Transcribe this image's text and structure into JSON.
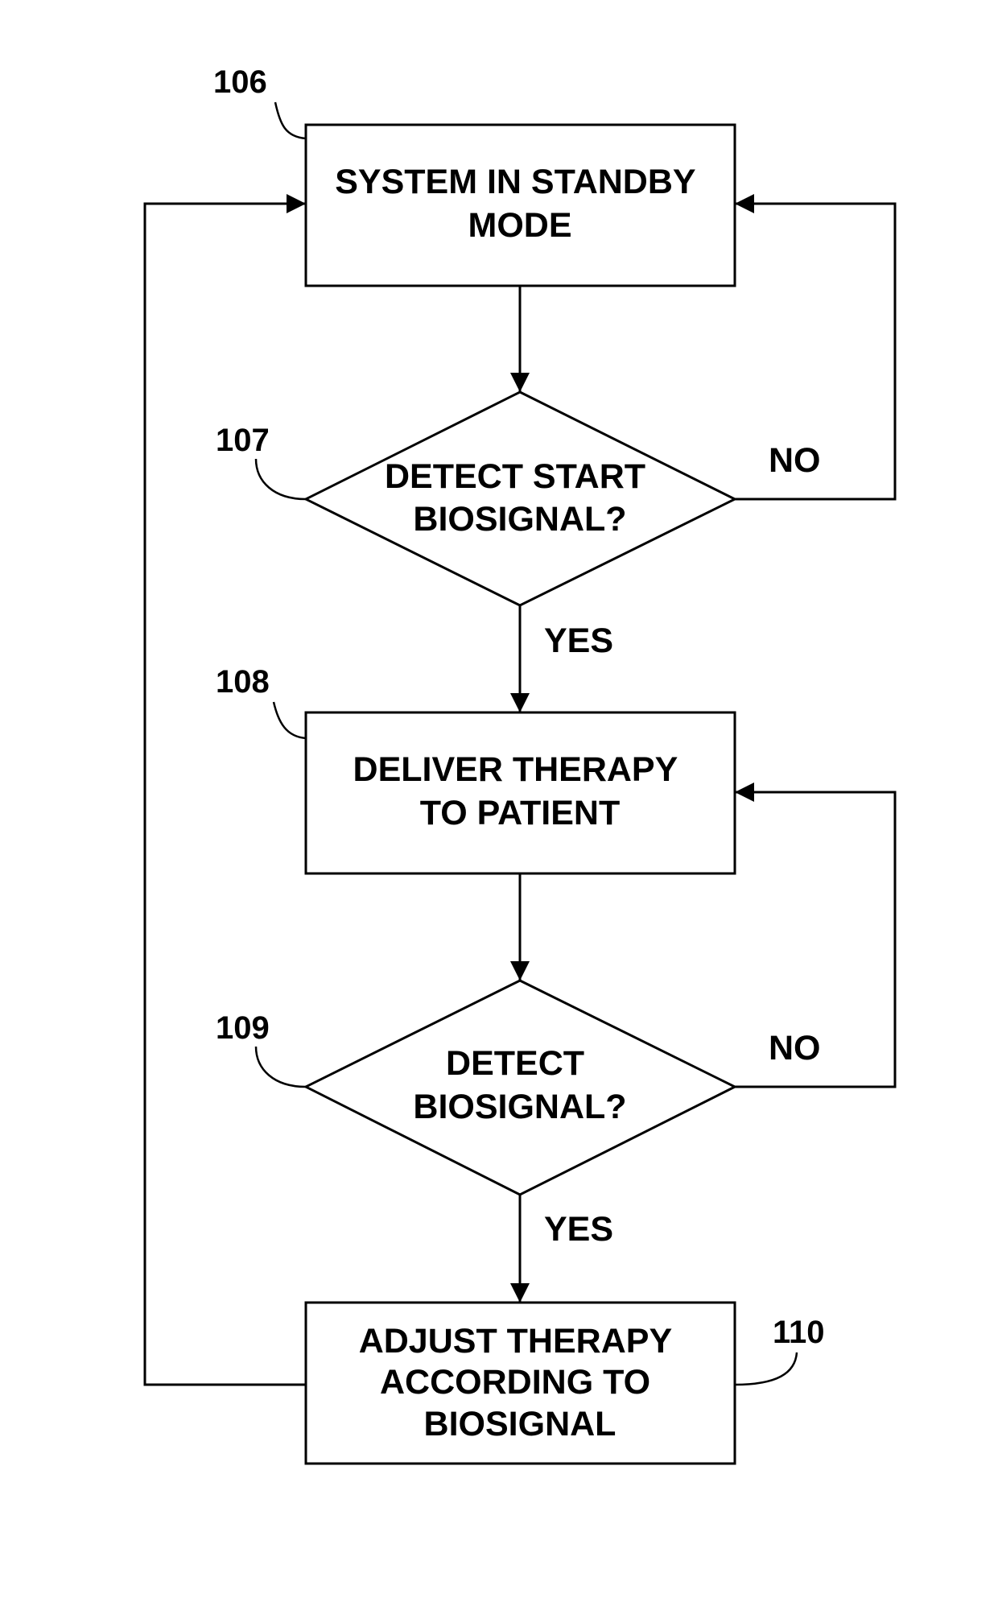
{
  "colors": {
    "stroke": "#000000",
    "background": "#ffffff"
  },
  "nodes": {
    "standby": {
      "ref": "106",
      "lines": [
        "SYSTEM IN STANDBY",
        "MODE"
      ]
    },
    "detect_start": {
      "ref": "107",
      "lines": [
        "DETECT START",
        "BIOSIGNAL?"
      ]
    },
    "deliver": {
      "ref": "108",
      "lines": [
        "DELIVER THERAPY",
        "TO PATIENT"
      ]
    },
    "detect": {
      "ref": "109",
      "lines": [
        "DETECT",
        "BIOSIGNAL?"
      ]
    },
    "adjust": {
      "ref": "110",
      "lines": [
        "ADJUST THERAPY",
        "ACCORDING TO",
        "BIOSIGNAL"
      ]
    }
  },
  "edges": {
    "detect_start_no": "NO",
    "detect_start_yes": "YES",
    "detect_no": "NO",
    "detect_yes": "YES"
  }
}
